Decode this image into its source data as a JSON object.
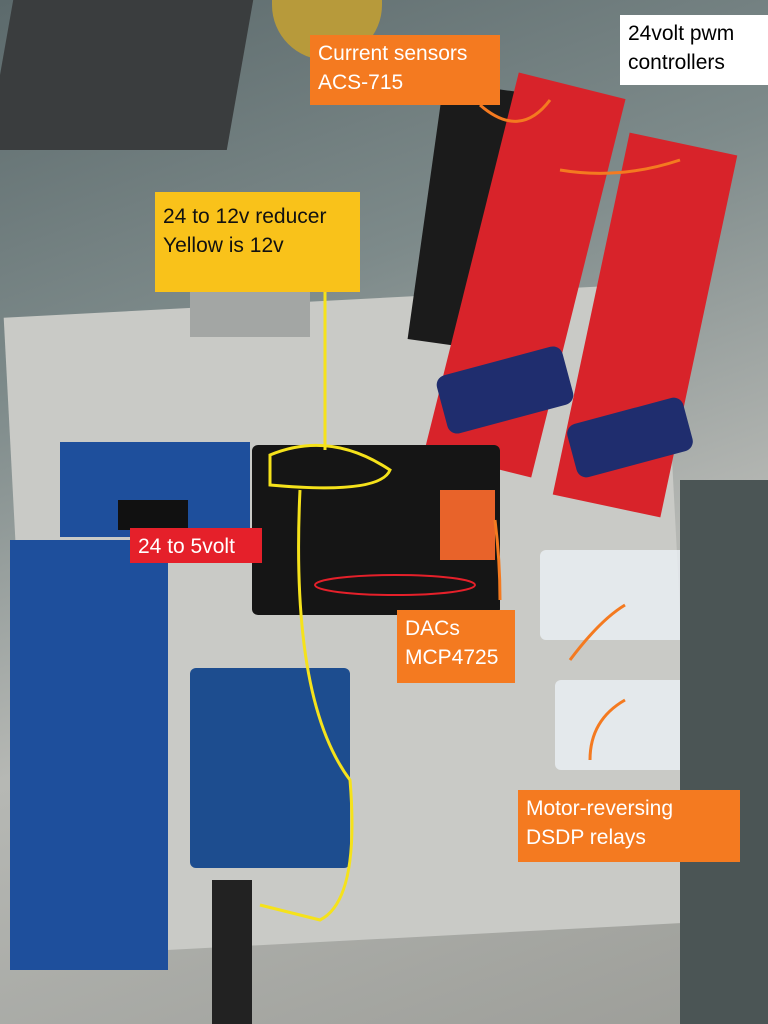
{
  "annotations": {
    "current_sensors": {
      "line1": "Current sensors",
      "line2": "ACS-715"
    },
    "pwm_controllers": {
      "line1": "24volt pwm",
      "line2": "controllers"
    },
    "reducer": {
      "line1": "24 to 12v reducer",
      "line2": "Yellow is 12v"
    },
    "five_volt": {
      "line1": "24 to 5volt"
    },
    "dacs": {
      "line1": "DACs",
      "line2": "MCP4725"
    },
    "relays": {
      "line1": "Motor-reversing",
      "line2": "DSDP relays"
    }
  },
  "colors": {
    "orange": "#f47a20",
    "yellow": "#f9c21a",
    "red": "#e5202a",
    "board_red": "#d8232a",
    "board_blue": "#1e4f9c"
  }
}
